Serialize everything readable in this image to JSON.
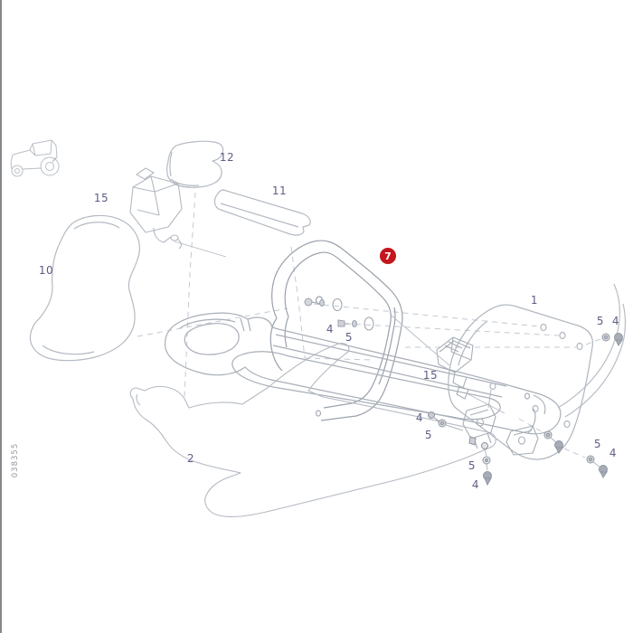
{
  "diagram": {
    "drawing_code": "038355",
    "badge": {
      "number": "7",
      "color": "#c3161d"
    },
    "labels": {
      "part_1": "1",
      "part_2": "2",
      "part_4_bolt": "4",
      "part_5_nut": "5",
      "part_10": "10",
      "part_11": "11",
      "part_12": "12",
      "part_15_left": "15",
      "part_15_right": "15"
    },
    "colors": {
      "line": "#b4bac3",
      "line_dark": "#9aa1ab",
      "label_text": "#5d5d85",
      "badge_red": "#c3161d"
    }
  }
}
